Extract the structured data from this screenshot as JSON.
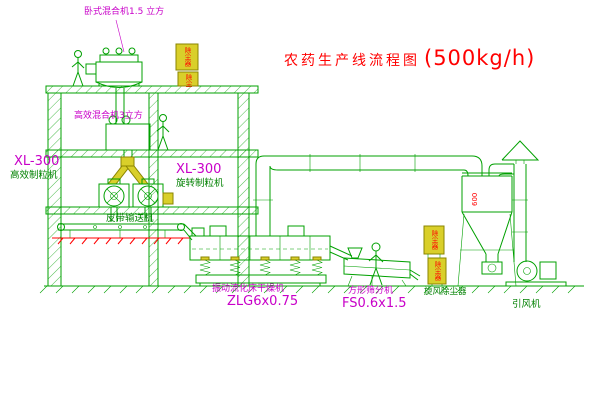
{
  "title": {
    "text": "农药生产线流程图",
    "capacity": "(500kg/h)"
  },
  "labels": {
    "top_mixer": "卧式混合机1.5 立方",
    "mid_mixer": "高效混合机3立方",
    "granulator_a_model": "XL-300",
    "granulator_a_name": "高效制粒机",
    "granulator_b_model": "XL-300",
    "granulator_b_name": "旋转制粒机",
    "belt_conveyor": "皮带输送机",
    "dryer_name": "振动流化床干燥机",
    "dryer_model": "ZLG6x0.75",
    "sieve_name": "方形筛分机",
    "sieve_model": "FS0.6x1.5",
    "cyclone": "旋风除尘器",
    "fan": "引风机",
    "duct_dim": "600"
  },
  "control_boxes": [
    {
      "label": "除尘器"
    },
    {
      "label": "除尘"
    },
    {
      "label": "除尘器"
    },
    {
      "label": "除尘器"
    }
  ],
  "colors": {
    "line": "#00a000",
    "magenta": "#c800c8",
    "red": "#ff0000",
    "green": "#008000",
    "yellow": "#d9cf2a",
    "yellow_dk": "#8a8400"
  }
}
